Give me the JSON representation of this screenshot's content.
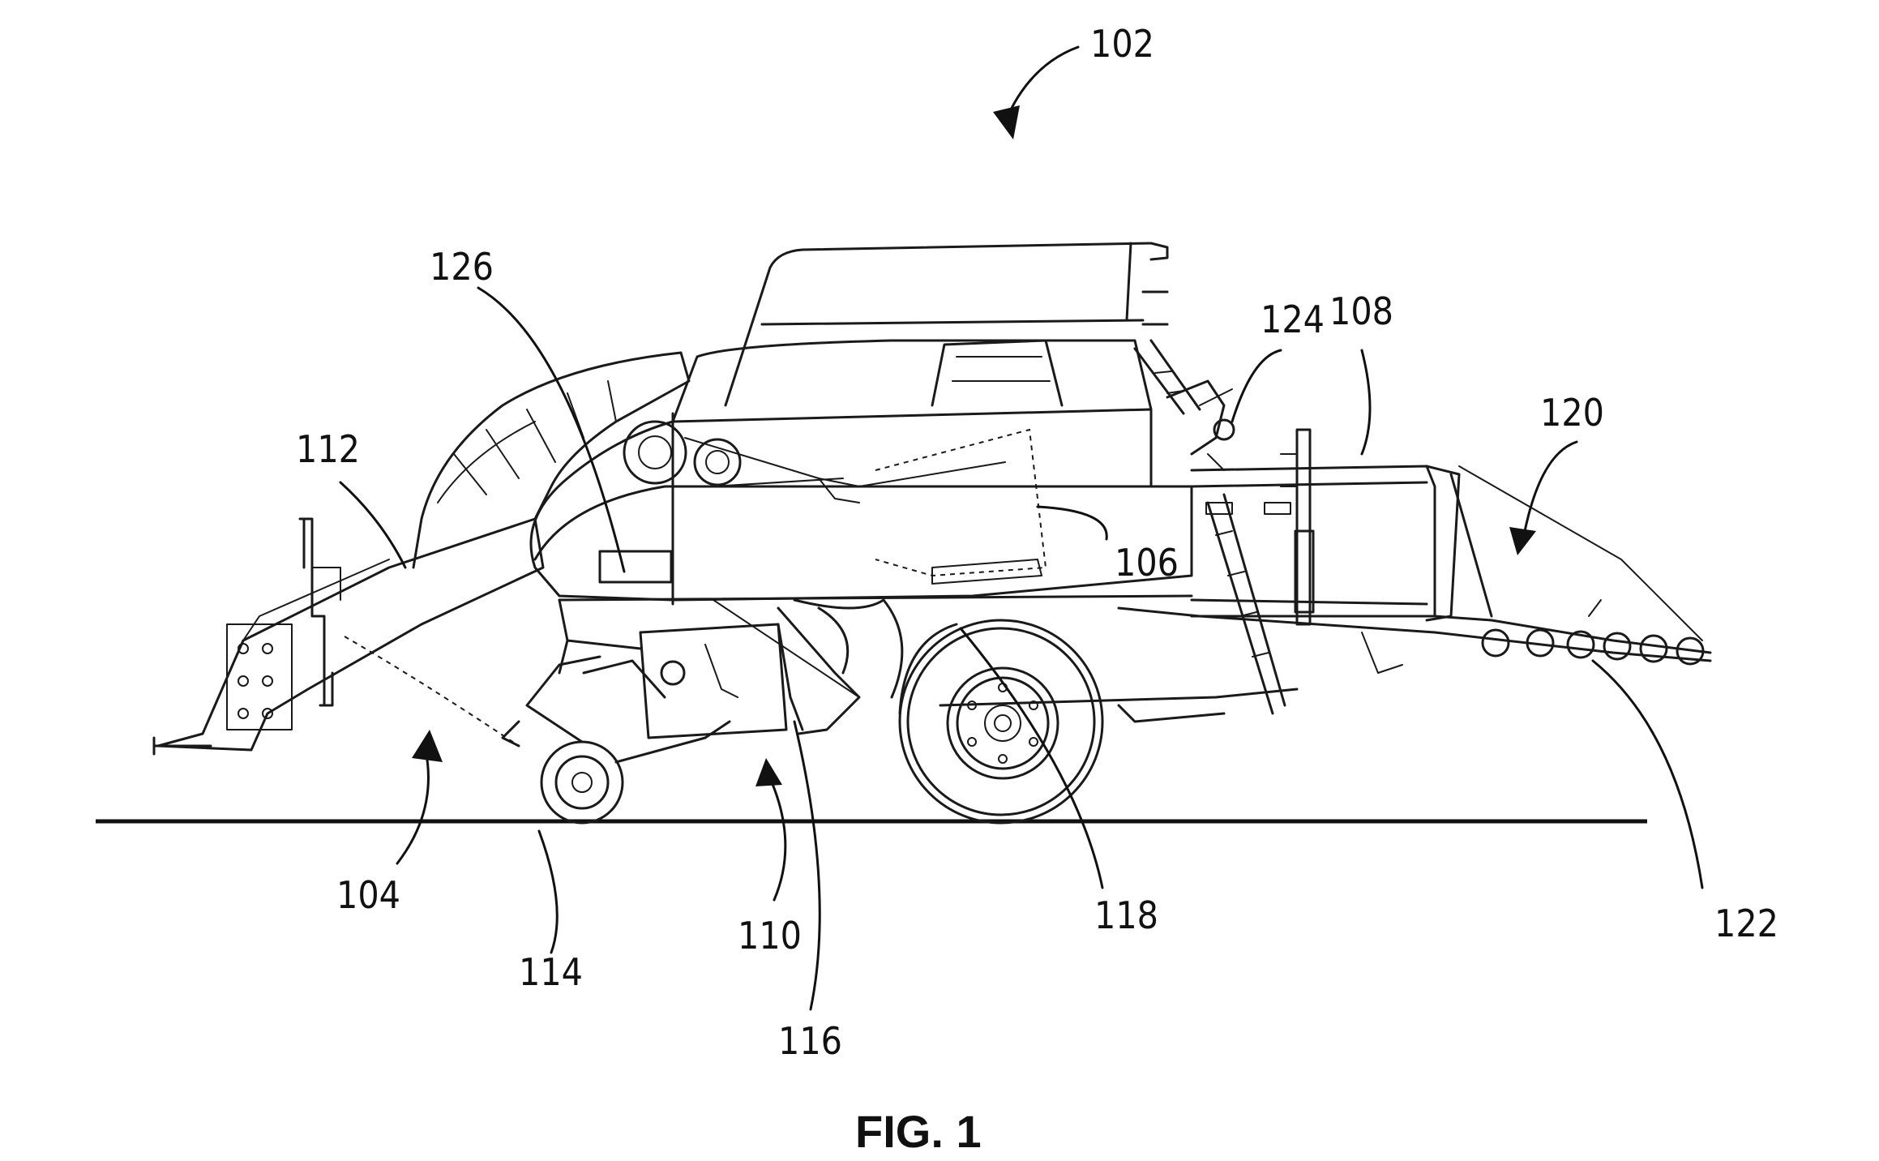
{
  "caption": "FIG. 1",
  "reference_numerals": {
    "n102": "102",
    "n104": "104",
    "n106": "106",
    "n108": "108",
    "n110": "110",
    "n112": "112",
    "n114": "114",
    "n116": "116",
    "n118": "118",
    "n120": "120",
    "n122": "122",
    "n124": "124",
    "n126": "126"
  }
}
